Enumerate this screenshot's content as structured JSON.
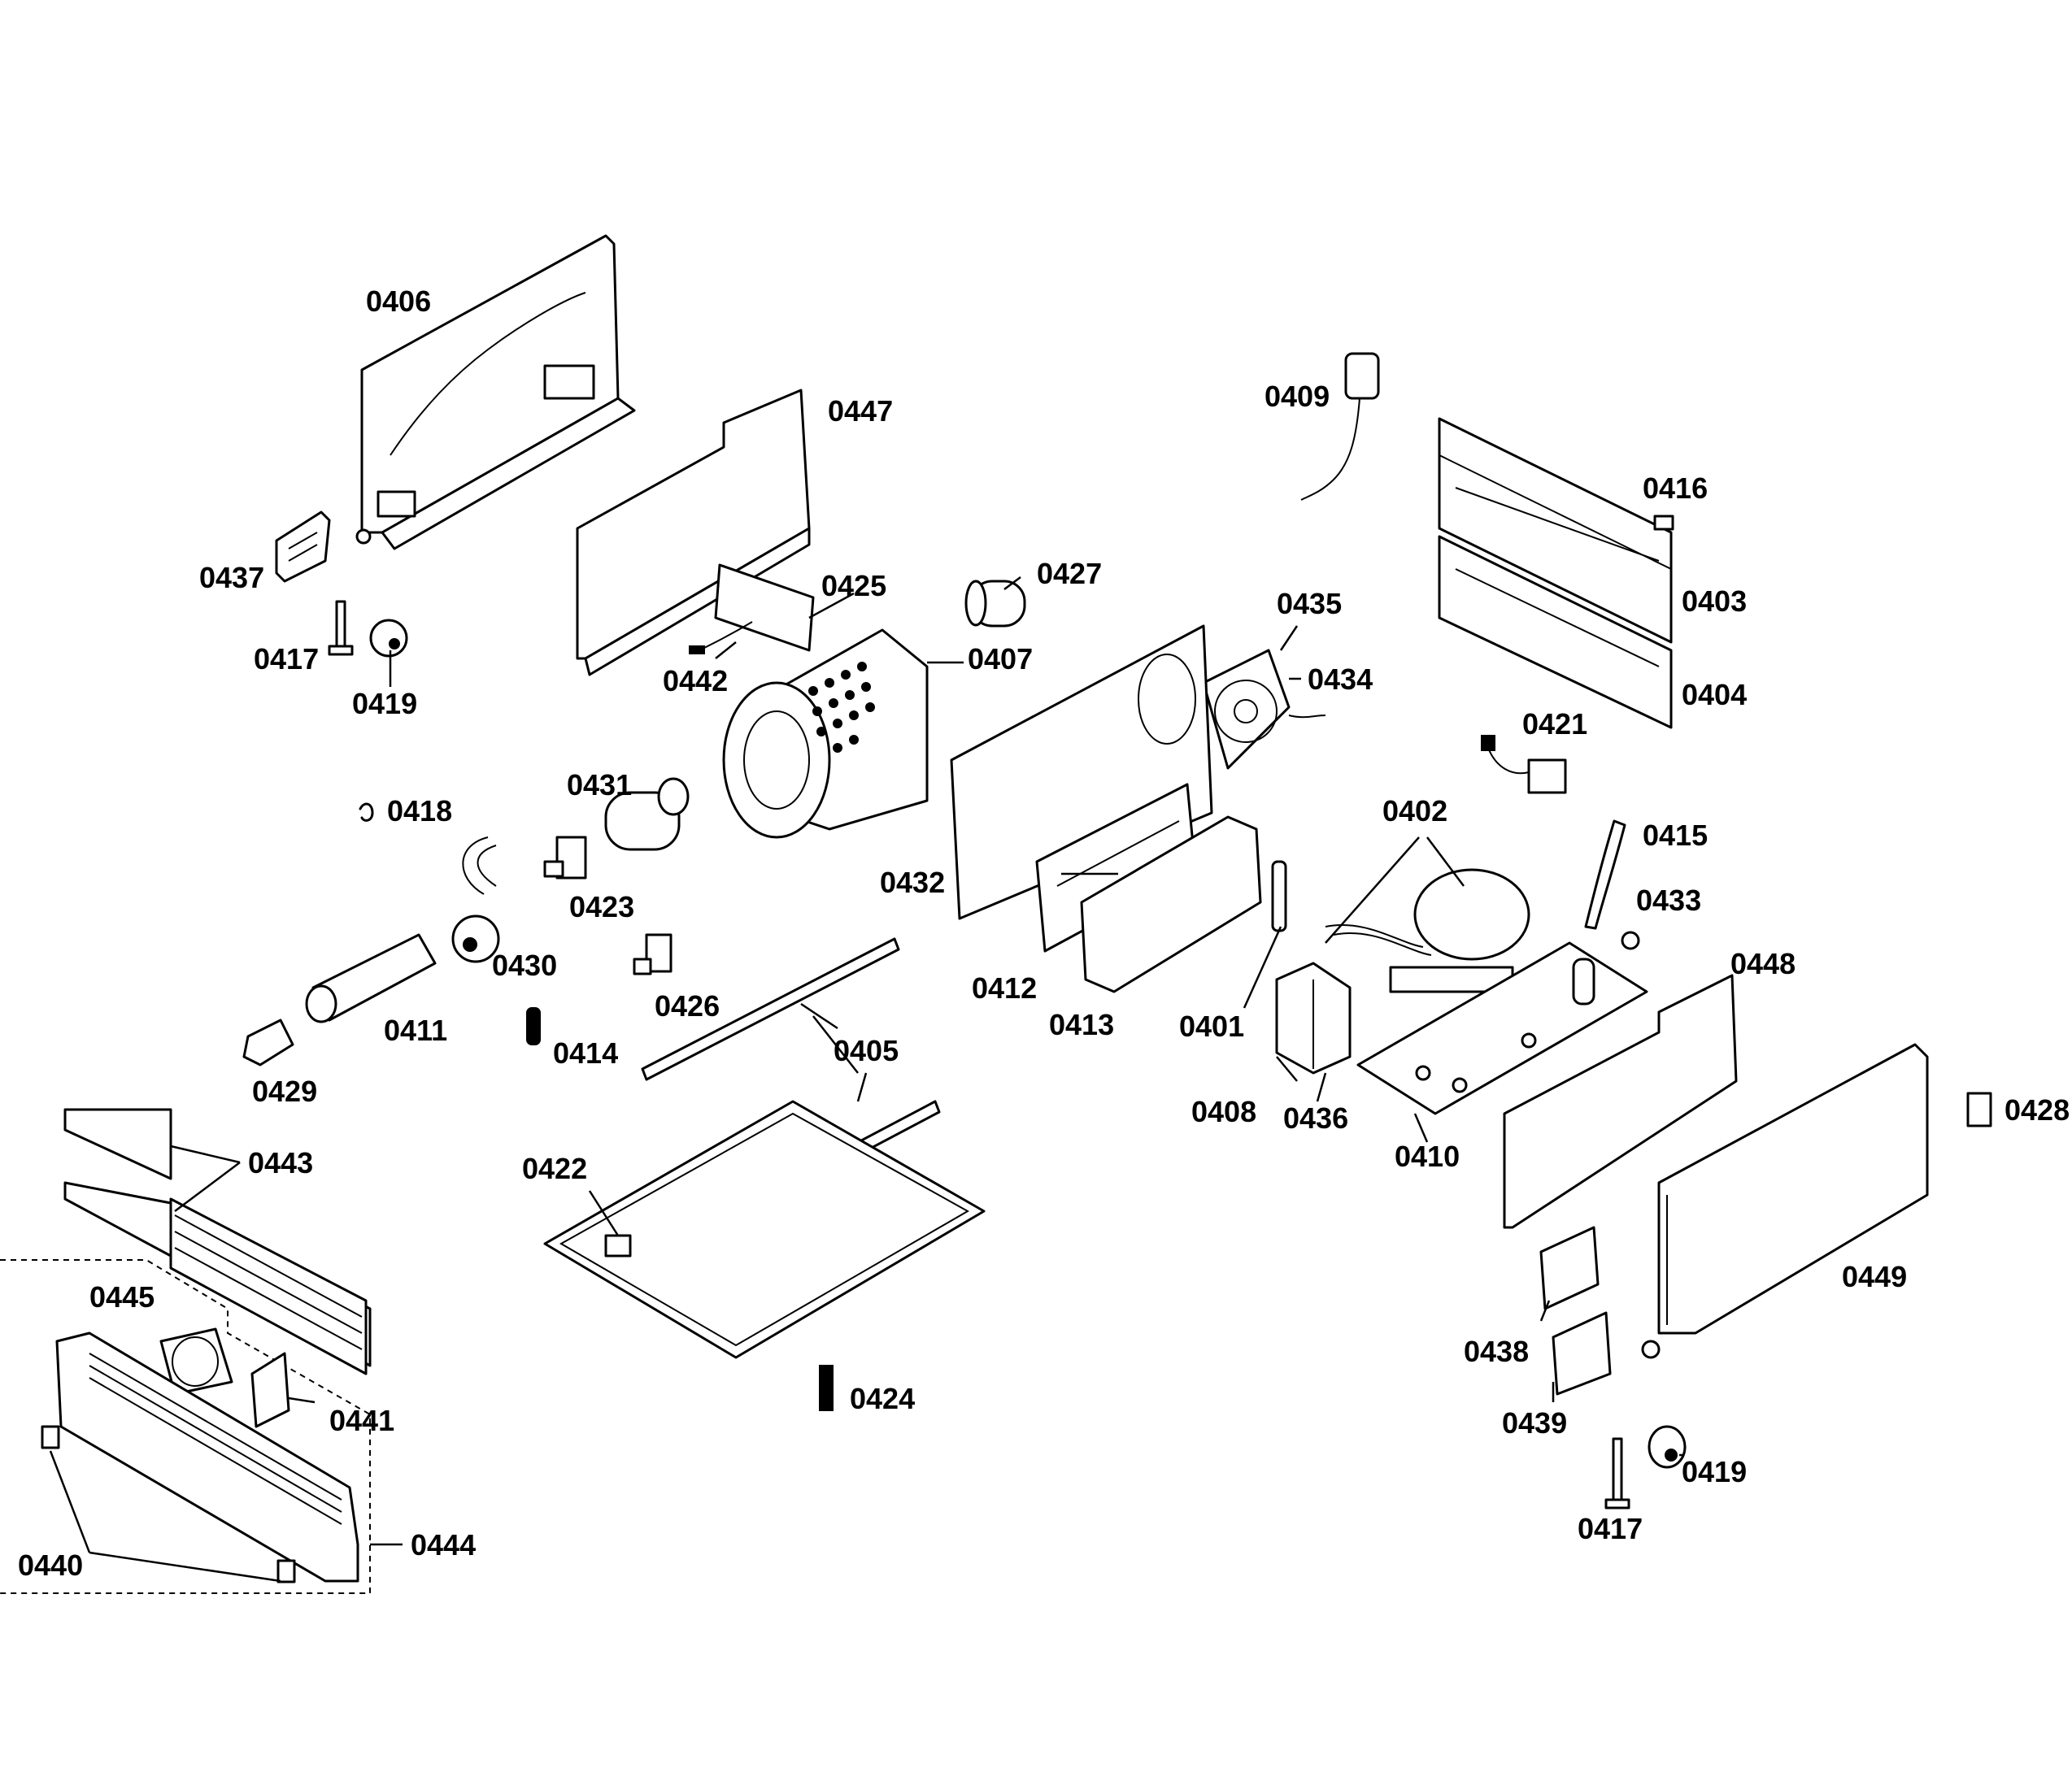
{
  "labels": {
    "p0406": "0406",
    "p0447": "0447",
    "p0437": "0437",
    "p0417a": "0417",
    "p0419a": "0419",
    "p0425": "0425",
    "p0442": "0442",
    "p0407": "0407",
    "p0427": "0427",
    "p0409": "0409",
    "p0416": "0416",
    "p0403": "0403",
    "p0404": "0404",
    "p0435": "0435",
    "p0434": "0434",
    "p0421": "0421",
    "p0418": "0418",
    "p0431": "0431",
    "p0423": "0423",
    "p0430": "0430",
    "p0432": "0432",
    "p0402": "0402",
    "p0415": "0415",
    "p0433": "0433",
    "p0448": "0448",
    "p0411": "0411",
    "p0426": "0426",
    "p0412": "0412",
    "p0413": "0413",
    "p0401": "0401",
    "p0429": "0429",
    "p0414": "0414",
    "p0405": "0405",
    "p0408": "0408",
    "p0436": "0436",
    "p0410": "0410",
    "p0428": "0428",
    "p0443": "0443",
    "p0422": "0422",
    "p0449": "0449",
    "p0445": "0445",
    "p0438": "0438",
    "p0441": "0441",
    "p0424": "0424",
    "p0439": "0439",
    "p0419b": "0419",
    "p0417b": "0417",
    "p0444": "0444",
    "p0440": "0440"
  }
}
